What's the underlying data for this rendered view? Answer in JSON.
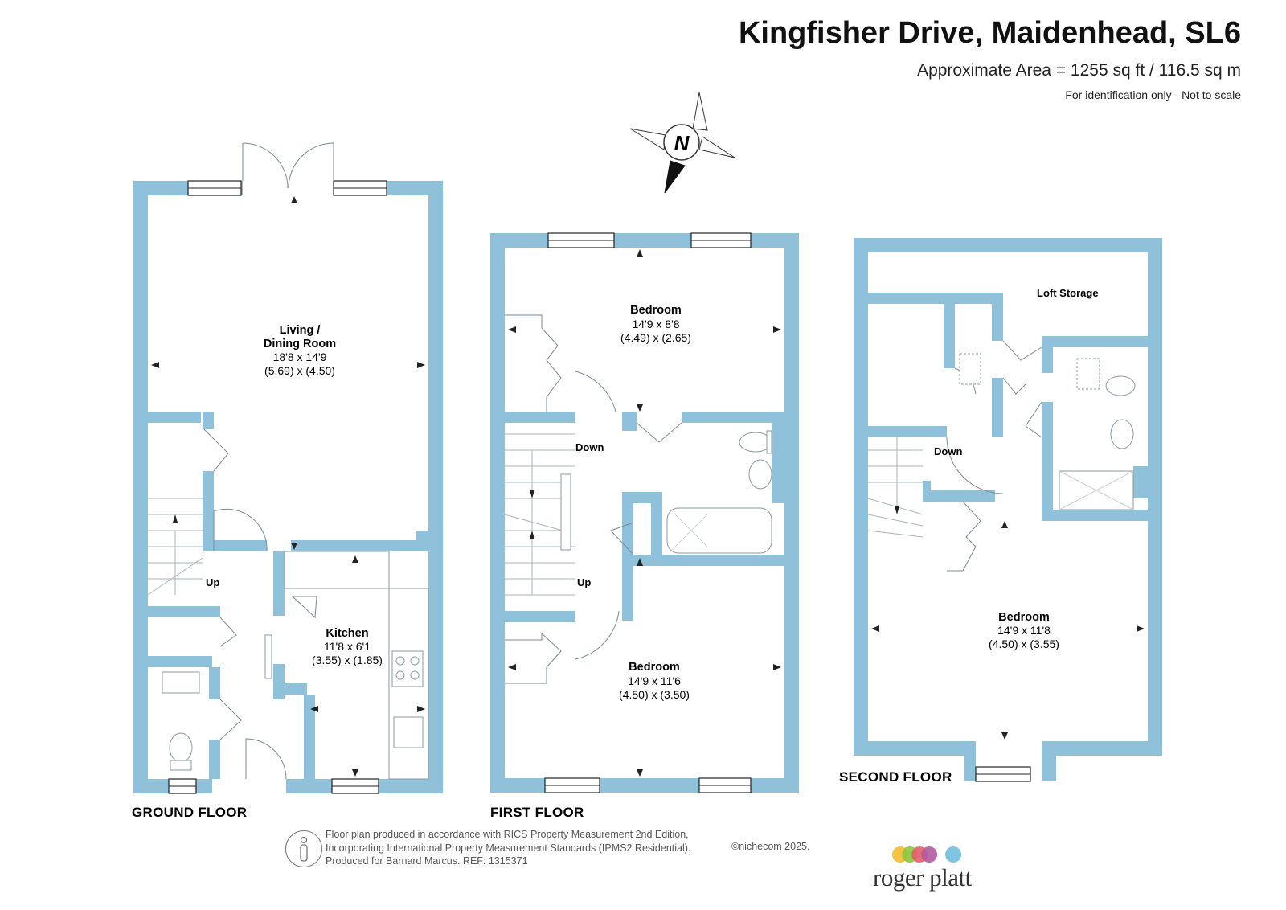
{
  "header": {
    "title": "Kingfisher Drive, Maidenhead, SL6",
    "area": "Approximate Area = 1255 sq ft / 116.5 sq m",
    "disclaimer": "For identification only - Not to scale"
  },
  "compass": {
    "letter": "N"
  },
  "floors": [
    {
      "label": "GROUND FLOOR",
      "rooms": [
        {
          "name": "Living /",
          "name2": "Dining Room",
          "dim_imperial": "18'8 x 14'9",
          "dim_metric": "(5.69) x (4.50)"
        },
        {
          "name": "Kitchen",
          "dim_imperial": "11'8 x 6'1",
          "dim_metric": "(3.55) x (1.85)"
        }
      ],
      "stairs_label": "Up"
    },
    {
      "label": "FIRST FLOOR",
      "rooms": [
        {
          "name": "Bedroom",
          "dim_imperial": "14'9 x 8'8",
          "dim_metric": "(4.49) x (2.65)"
        },
        {
          "name": "Bedroom",
          "dim_imperial": "14'9 x 11'6",
          "dim_metric": "(4.50) x (3.50)"
        }
      ],
      "stairs_down": "Down",
      "stairs_up": "Up"
    },
    {
      "label": "SECOND FLOOR",
      "rooms": [
        {
          "name": "Loft Storage"
        },
        {
          "name": "Bedroom",
          "dim_imperial": "14'9 x 11'8",
          "dim_metric": "(4.50) x (3.55)"
        }
      ],
      "stairs_down": "Down"
    }
  ],
  "footer": {
    "line1": "Floor plan produced in accordance with RICS Property Measurement 2nd Edition,",
    "line2": "Incorporating International Property Measurement Standards (IPMS2 Residential).",
    "line3": "Produced for Barnard Marcus.   REF:  1315371",
    "copyright": "©nichecom 2025."
  },
  "brand": {
    "name": "roger platt",
    "dot_colors": [
      "#f5c242",
      "#8cc63f",
      "#e35d6a",
      "#b25a9e",
      "#7fc4e0"
    ]
  },
  "colors": {
    "wall": "#8fc1db"
  }
}
